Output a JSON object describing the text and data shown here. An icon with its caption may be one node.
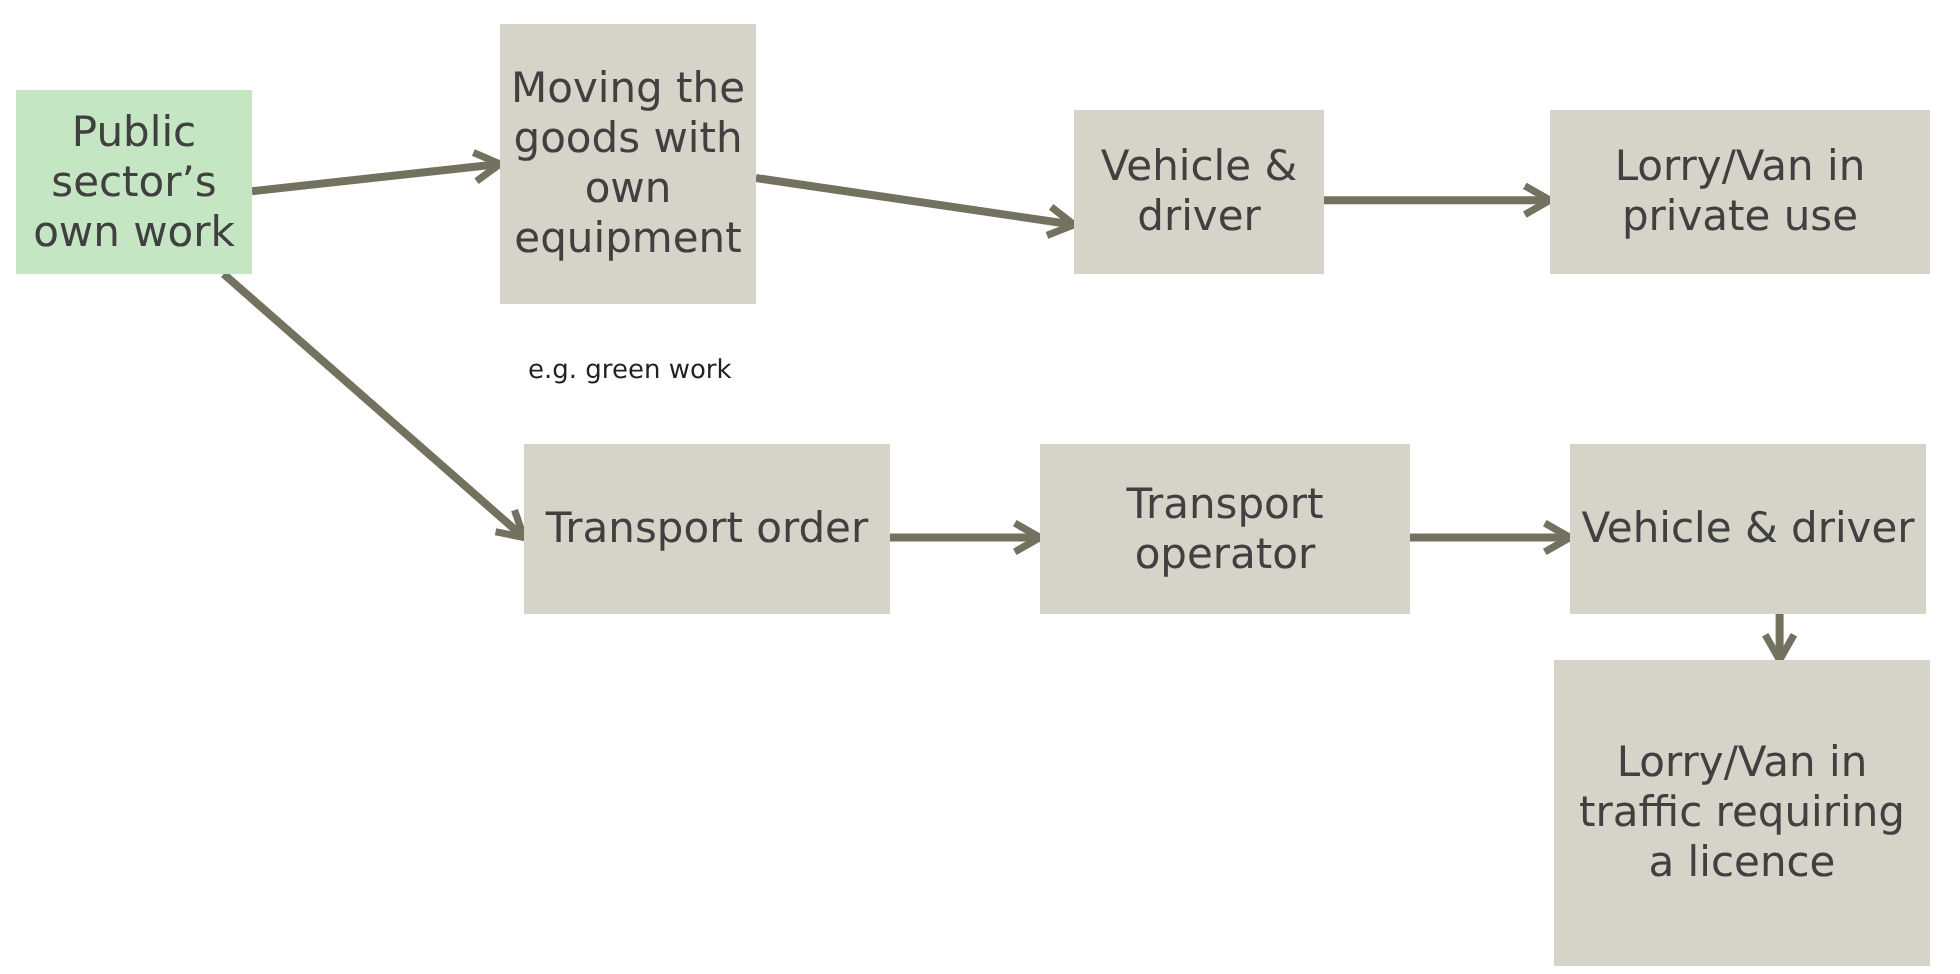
{
  "diagram": {
    "nodes": [
      {
        "text": [
          "Public sector’s own work"
        ]
      },
      {
        "text": [
          "Moving the goods with own equipment"
        ],
        "beside": [
          "e.g. green work"
        ]
      },
      {
        "text": [
          "Vehicle & driver"
        ]
      },
      {
        "text": [
          "Lorry/Van in private use"
        ]
      },
      {
        "text": [
          "Transport order"
        ]
      },
      {
        "text": [
          "Transport operator"
        ]
      },
      {
        "text": [
          "Vehicle & driver"
        ]
      },
      {
        "text": [
          "Lorry/Van in traffic requiring a licence"
        ]
      }
    ],
    "edges": [
      {
        "from": 0,
        "to": 1,
        "arrow": "to"
      },
      {
        "from": 1,
        "to": 2,
        "arrow": "to"
      },
      {
        "from": 2,
        "to": 3,
        "arrow": "to"
      },
      {
        "from": 0,
        "to": 4,
        "arrow": "to"
      },
      {
        "from": 4,
        "to": 5,
        "arrow": "to"
      },
      {
        "from": 5,
        "to": 6,
        "arrow": "to"
      },
      {
        "from": 6,
        "to": 7,
        "arrow": "to"
      }
    ]
  }
}
